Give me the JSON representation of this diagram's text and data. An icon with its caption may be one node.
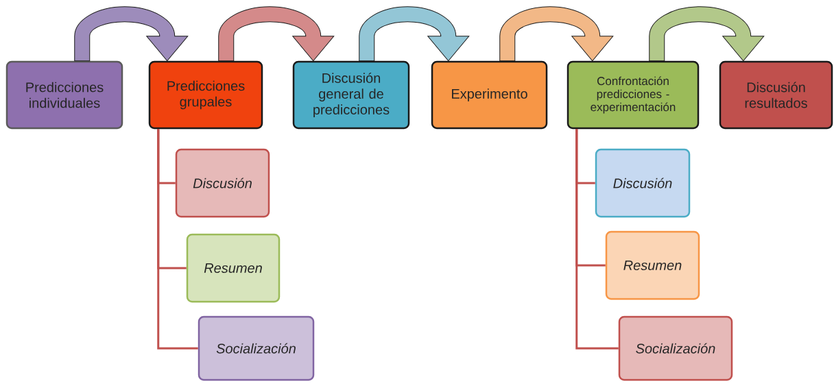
{
  "diagram": {
    "nodes": [
      {
        "text": [
          "Predicciones individuales"
        ]
      },
      {
        "text": [
          "Predicciones grupales"
        ]
      },
      {
        "text": [
          "Discusión general de predicciones"
        ]
      },
      {
        "text": [
          "Experimento"
        ]
      },
      {
        "text": [
          "Confrontación predicciones - experimentación"
        ]
      },
      {
        "text": [
          "Discusión resultados"
        ]
      },
      {
        "text": [
          "Discusión"
        ]
      },
      {
        "text": [
          "Resumen"
        ]
      },
      {
        "text": [
          "Socialización"
        ]
      },
      {
        "text": [
          "Discusión"
        ]
      },
      {
        "text": [
          "Resumen"
        ]
      },
      {
        "text": [
          "Socialización"
        ]
      }
    ],
    "edges": [
      {
        "from": 0,
        "to": 1,
        "arrow": "to",
        "color": "#9d8cbb"
      },
      {
        "from": 1,
        "to": 2,
        "arrow": "to",
        "color": "#d48a8a"
      },
      {
        "from": 2,
        "to": 3,
        "arrow": "to",
        "color": "#93c6d6"
      },
      {
        "from": 3,
        "to": 4,
        "arrow": "to",
        "color": "#f2b887"
      },
      {
        "from": 4,
        "to": 5,
        "arrow": "to",
        "color": "#b2c88a"
      },
      {
        "from": 1,
        "to": 6,
        "arrow": "none"
      },
      {
        "from": 1,
        "to": 7,
        "arrow": "none"
      },
      {
        "from": 1,
        "to": 8,
        "arrow": "none"
      },
      {
        "from": 4,
        "to": 9,
        "arrow": "none"
      },
      {
        "from": 4,
        "to": 10,
        "arrow": "none"
      },
      {
        "from": 4,
        "to": 11,
        "arrow": "none"
      }
    ]
  }
}
